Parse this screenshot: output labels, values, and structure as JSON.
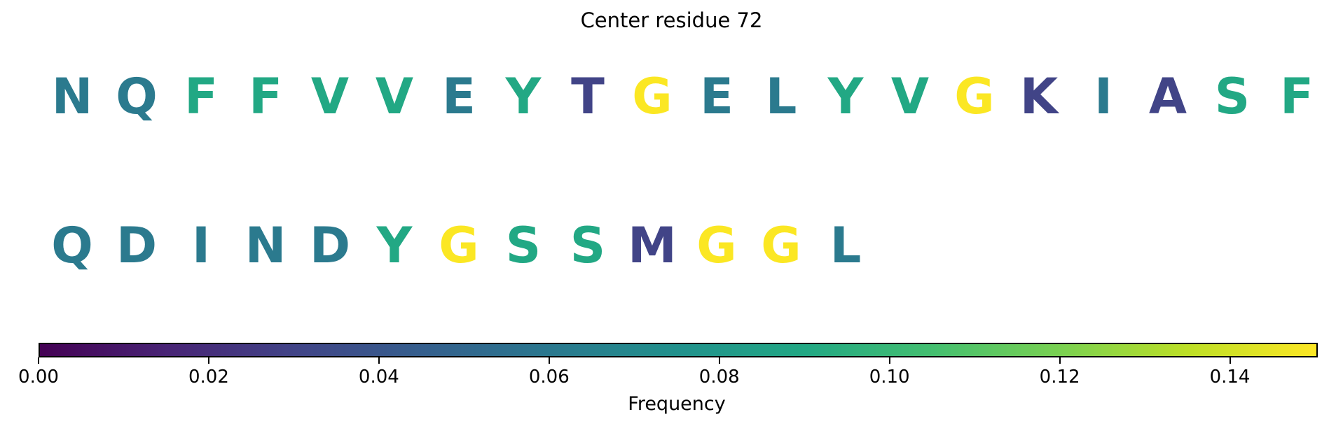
{
  "title": "Center residue 72",
  "colorbar": {
    "label": "Frequency",
    "tick_labels": [
      "0.00",
      "0.02",
      "0.04",
      "0.06",
      "0.08",
      "0.10",
      "0.12",
      "0.14"
    ],
    "tick_values": [
      0.0,
      0.02,
      0.04,
      0.06,
      0.08,
      0.1,
      0.12,
      0.14
    ],
    "range": [
      0.0,
      0.15
    ],
    "gradient_colors": [
      "#440154",
      "#482475",
      "#414487",
      "#355f8d",
      "#2a788e",
      "#21918c",
      "#22a884",
      "#44bf70",
      "#7ad151",
      "#bddf26",
      "#fde725"
    ]
  },
  "palette": {
    "teal": "#2b7a8e",
    "green": "#22a884",
    "indigo": "#414487",
    "yellow": "#fbe723"
  },
  "chart_data": {
    "type": "heatmap",
    "title": "Center residue 72",
    "colorbar_label": "Frequency",
    "colorbar_range": [
      0.0,
      0.15
    ],
    "colorbar_ticks": [
      0.0,
      0.02,
      0.04,
      0.06,
      0.08,
      0.1,
      0.12,
      0.14
    ],
    "legend_position": "bottom-colorbar",
    "note": "Amino-acid letters colored by frequency on a viridis scale; frequency values estimated from letter color vs colorbar",
    "rows": [
      {
        "name": "row-1",
        "letters": [
          {
            "char": "N",
            "color": "#2b7a8e",
            "frequency_est": 0.06
          },
          {
            "char": "Q",
            "color": "#2b7a8e",
            "frequency_est": 0.06
          },
          {
            "char": "F",
            "color": "#22a884",
            "frequency_est": 0.09
          },
          {
            "char": "F",
            "color": "#22a884",
            "frequency_est": 0.09
          },
          {
            "char": "V",
            "color": "#22a884",
            "frequency_est": 0.09
          },
          {
            "char": "V",
            "color": "#22a884",
            "frequency_est": 0.09
          },
          {
            "char": "E",
            "color": "#2b7a8e",
            "frequency_est": 0.06
          },
          {
            "char": "Y",
            "color": "#22a884",
            "frequency_est": 0.09
          },
          {
            "char": "T",
            "color": "#414487",
            "frequency_est": 0.03
          },
          {
            "char": "G",
            "color": "#fbe723",
            "frequency_est": 0.15
          },
          {
            "char": "E",
            "color": "#2b7a8e",
            "frequency_est": 0.06
          },
          {
            "char": "L",
            "color": "#2b7a8e",
            "frequency_est": 0.06
          },
          {
            "char": "Y",
            "color": "#22a884",
            "frequency_est": 0.09
          },
          {
            "char": "V",
            "color": "#22a884",
            "frequency_est": 0.09
          },
          {
            "char": "G",
            "color": "#fbe723",
            "frequency_est": 0.15
          },
          {
            "char": "K",
            "color": "#414487",
            "frequency_est": 0.03
          },
          {
            "char": "I",
            "color": "#2b7a8e",
            "frequency_est": 0.06
          },
          {
            "char": "A",
            "color": "#414487",
            "frequency_est": 0.03
          },
          {
            "char": "S",
            "color": "#22a884",
            "frequency_est": 0.09
          },
          {
            "char": "F",
            "color": "#22a884",
            "frequency_est": 0.09
          }
        ]
      },
      {
        "name": "row-2",
        "letters": [
          {
            "char": "Q",
            "color": "#2b7a8e",
            "frequency_est": 0.06
          },
          {
            "char": "D",
            "color": "#2b7a8e",
            "frequency_est": 0.06
          },
          {
            "char": "I",
            "color": "#2b7a8e",
            "frequency_est": 0.06
          },
          {
            "char": "N",
            "color": "#2b7a8e",
            "frequency_est": 0.06
          },
          {
            "char": "D",
            "color": "#2b7a8e",
            "frequency_est": 0.06
          },
          {
            "char": "Y",
            "color": "#22a884",
            "frequency_est": 0.09
          },
          {
            "char": "G",
            "color": "#fbe723",
            "frequency_est": 0.15
          },
          {
            "char": "S",
            "color": "#22a884",
            "frequency_est": 0.09
          },
          {
            "char": "S",
            "color": "#22a884",
            "frequency_est": 0.09
          },
          {
            "char": "M",
            "color": "#414487",
            "frequency_est": 0.03
          },
          {
            "char": "G",
            "color": "#fbe723",
            "frequency_est": 0.15
          },
          {
            "char": "G",
            "color": "#fbe723",
            "frequency_est": 0.15
          },
          {
            "char": "L",
            "color": "#2b7a8e",
            "frequency_est": 0.06
          }
        ]
      }
    ]
  }
}
